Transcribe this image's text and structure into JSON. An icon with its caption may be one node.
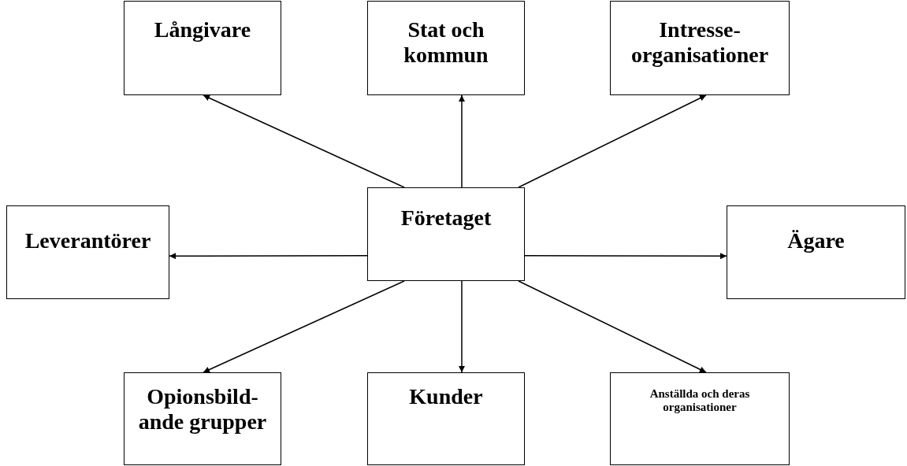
{
  "diagram": {
    "nodes": [
      {
        "text": [
          "Långivare"
        ]
      },
      {
        "text": [
          "Stat och kommun"
        ]
      },
      {
        "text": [
          "Intresse-organisationer"
        ]
      },
      {
        "text": [
          "Leverantörer"
        ]
      },
      {
        "text": [
          "Företaget"
        ]
      },
      {
        "text": [
          "Ägare"
        ]
      },
      {
        "text": [
          "Opionsbild-ande grupper"
        ]
      },
      {
        "text": [
          "Kunder"
        ]
      },
      {
        "text": [
          "Anställda och deras organisationer"
        ]
      }
    ],
    "edges": [
      {
        "from": 4,
        "to": 0,
        "arrow": "to"
      },
      {
        "from": 4,
        "to": 1,
        "arrow": "to"
      },
      {
        "from": 4,
        "to": 2,
        "arrow": "to"
      },
      {
        "from": 4,
        "to": 3,
        "arrow": "to"
      },
      {
        "from": 4,
        "to": 5,
        "arrow": "to"
      },
      {
        "from": 4,
        "to": 6,
        "arrow": "to"
      },
      {
        "from": 4,
        "to": 7,
        "arrow": "to"
      },
      {
        "from": 4,
        "to": 8,
        "arrow": "to"
      }
    ]
  }
}
